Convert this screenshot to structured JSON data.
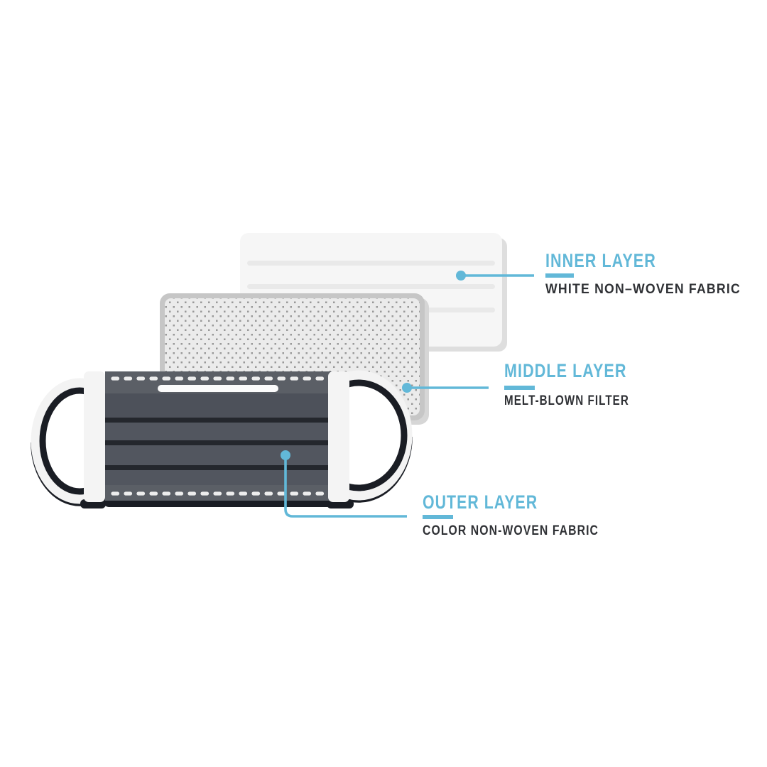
{
  "colors": {
    "accent_blue": "#62b8d8",
    "label_dark": "#2f3135",
    "inner_card_fill": "#f6f6f6",
    "inner_card_shadow": "#dedede",
    "inner_card_line": "#e9e9e9",
    "middle_card_border": "#c6c6c6",
    "middle_card_fill": "#ebebeb",
    "middle_card_dot": "#999999",
    "middle_card_shadow": "#d6d6d6",
    "mask_body": "#52565f",
    "mask_body_light": "#5b5f66",
    "mask_body_dark": "#4d515a",
    "mask_pleat_line": "#24272d",
    "mask_outline": "#1a1d24",
    "mask_band": "#f4f4f4",
    "mask_loop_white": "#f3f3f3",
    "stitch_white": "#ededed",
    "nose_strip": "#fbfbfb"
  },
  "labels": {
    "inner": {
      "title": "INNER LAYER",
      "subtitle": "WHITE NON–WOVEN FABRIC"
    },
    "middle": {
      "title": "MIDDLE LAYER",
      "subtitle": "MELT-BLOWN FILTER"
    },
    "outer": {
      "title": "OUTER LAYER",
      "subtitle": "COLOR NON-WOVEN FABRIC"
    }
  }
}
